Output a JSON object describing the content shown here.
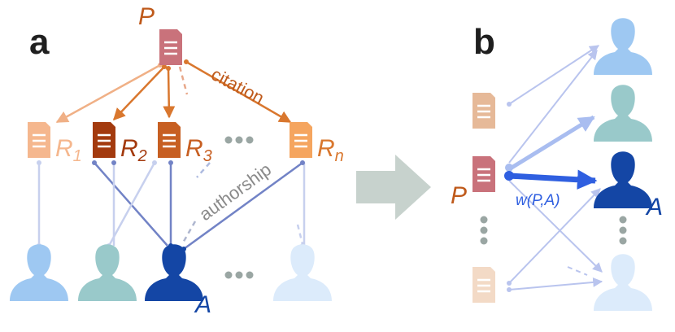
{
  "panel_a": {
    "label": "a",
    "paper_label": "P",
    "edge_citation": "citation",
    "edge_authorship": "authorship",
    "author_label": "A",
    "refs": [
      {
        "base": "R",
        "sub": "1",
        "color": "#f5b78e"
      },
      {
        "base": "R",
        "sub": "2",
        "color": "#a33a0e"
      },
      {
        "base": "R",
        "sub": "3",
        "color": "#c75f22"
      },
      {
        "base": "R",
        "sub": "n",
        "color": "#f5a55f"
      }
    ]
  },
  "panel_b": {
    "label": "b",
    "paper_label": "P",
    "author_label": "A",
    "weight_label": "w(P,A)"
  },
  "colors": {
    "paper": "#c9727b",
    "author_focus": "#1446a5",
    "author_light_blue": "#9ec8f2",
    "author_teal": "#99c9ca",
    "author_pale": "#dcebfb",
    "arrow_big": "#c7d2cd",
    "edge_blue": "#b9c4ee",
    "text_orange": "#bf5a1b",
    "text_grey": "#8a8a8a"
  },
  "icons": [
    "document-icon",
    "person-icon",
    "ellipsis-icon",
    "big-arrow-icon"
  ]
}
